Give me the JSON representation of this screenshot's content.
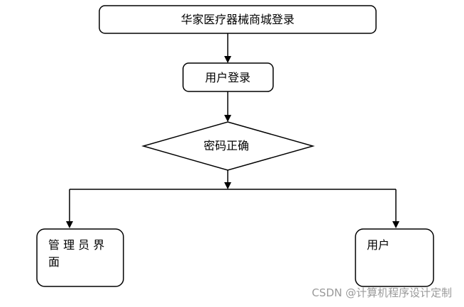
{
  "flowchart": {
    "nodes": {
      "title": {
        "label": "华家医疗器械商城登录"
      },
      "login": {
        "label": "用户登录"
      },
      "decision": {
        "label": "密码正确"
      },
      "admin": {
        "label_line1": "管 理 员 界",
        "label_line2": "面"
      },
      "user": {
        "label": "用户"
      }
    }
  },
  "watermark": {
    "text": "CSDN @计算机程序设计定制"
  },
  "colors": {
    "stroke": "#000000",
    "background": "#ffffff",
    "watermark": "#9a9a9a"
  }
}
